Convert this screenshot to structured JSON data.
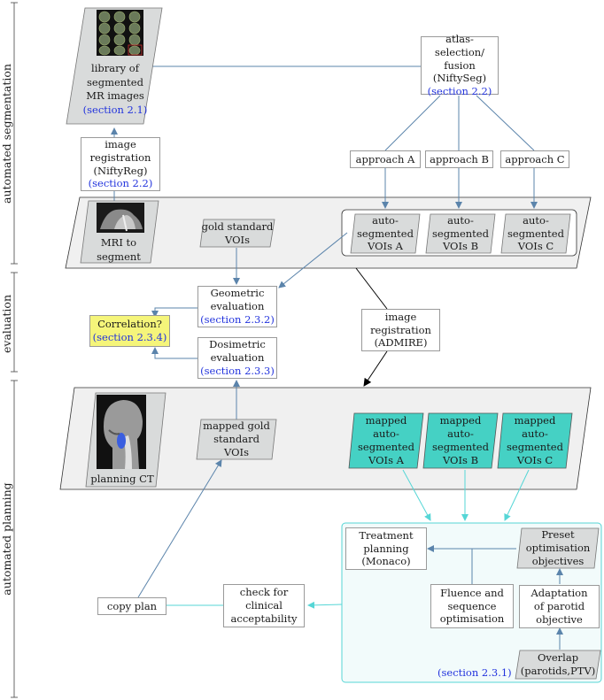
{
  "sections": {
    "automated_segmentation": "automated segmentation",
    "evaluation": "evaluation",
    "automated_planning": "automated planning"
  },
  "library": {
    "l1": "library of",
    "l2": "segmented",
    "l3": "MR images",
    "ref": "(section 2.1)"
  },
  "atlas": {
    "l1": "atlas-selection/",
    "l2": "fusion",
    "l3": "(NiftySeg)",
    "ref": "(section 2.2)"
  },
  "image_reg_1": {
    "l1": "image",
    "l2": "registration",
    "l3": "(NiftyReg)",
    "ref": "(section 2.2)"
  },
  "approaches": [
    "approach A",
    "approach B",
    "approach C"
  ],
  "mri": {
    "l1": "MRI to",
    "l2": "segment"
  },
  "gold": {
    "l1": "gold standard",
    "l2": "VOIs"
  },
  "auto_vois": [
    {
      "l1": "auto-",
      "l2": "segmented",
      "l3": "VOIs A"
    },
    {
      "l1": "auto-",
      "l2": "segmented",
      "l3": "VOIs B"
    },
    {
      "l1": "auto-",
      "l2": "segmented",
      "l3": "VOIs C"
    }
  ],
  "geometric": {
    "l1": "Geometric",
    "l2": "evaluation",
    "ref": "(section 2.3.2)"
  },
  "dosimetric": {
    "l1": "Dosimetric",
    "l2": "evaluation",
    "ref": "(section 2.3.3)"
  },
  "correlation": {
    "l1": "Correlation?",
    "ref": "(section 2.3.4)"
  },
  "image_reg_2": {
    "l1": "image",
    "l2": "registration",
    "l3": "(ADMIRE)"
  },
  "planning_ct": "planning CT",
  "mapped_gold": {
    "l1": "mapped gold",
    "l2": "standard",
    "l3": "VOIs"
  },
  "mapped_auto": [
    {
      "l1": "mapped",
      "l2": "auto-",
      "l3": "segmented",
      "l4": "VOIs A"
    },
    {
      "l1": "mapped",
      "l2": "auto-",
      "l3": "segmented",
      "l4": "VOIs B"
    },
    {
      "l1": "mapped",
      "l2": "auto-",
      "l3": "segmented",
      "l4": "VOIs C"
    }
  ],
  "treatment": {
    "l1": "Treatment",
    "l2": "planning",
    "l3": "(Monaco)"
  },
  "preset": {
    "l1": "Preset",
    "l2": "optimisation",
    "l3": "objectives"
  },
  "fluence": {
    "l1": "Fluence and",
    "l2": "sequence",
    "l3": "optimisation"
  },
  "adaptation": {
    "l1": "Adaptation",
    "l2": "of parotid",
    "l3": "objective"
  },
  "overlap": {
    "l1": "Overlap",
    "l2": "(parotids,PTV)"
  },
  "planning_ref": "(section 2.3.1)",
  "check": {
    "l1": "check for",
    "l2": "clinical",
    "l3": "acceptability"
  },
  "copy_plan": "copy plan",
  "colors": {
    "teal": "#45d1c4",
    "yellow": "#f5f57a",
    "gray": "#d9dbdb",
    "panel": "#f0f0f0",
    "steel": "#5b84ab",
    "cyan": "#55d6d6"
  }
}
